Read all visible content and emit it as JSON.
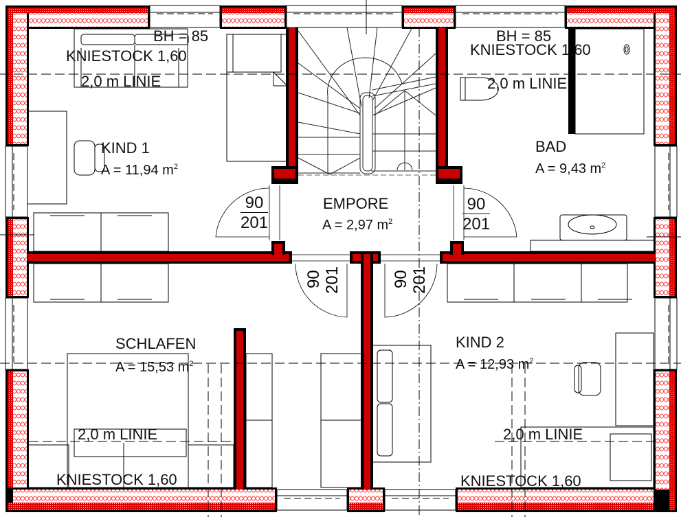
{
  "plan": {
    "type": "floor-plan",
    "colors": {
      "wall_fill": "#cc0000",
      "wall_outline": "#000000",
      "insulation_hatch": "#ff3333",
      "line": "#000000",
      "background": "#ffffff"
    }
  },
  "rooms": {
    "kind1": {
      "name": "KIND 1",
      "area": "A =  11,94 m",
      "unit_sup": "2"
    },
    "bad": {
      "name": "BAD",
      "area": "A =  9,43 m",
      "unit_sup": "2"
    },
    "empore": {
      "name": "EMPORE",
      "area": "A =  2,97 m",
      "unit_sup": "2"
    },
    "schlafen": {
      "name": "SCHLAFEN",
      "area": "A =  15,53 m",
      "unit_sup": "2"
    },
    "kind2": {
      "name": "KIND 2",
      "area": "A =  12,93 m",
      "unit_sup": "2"
    }
  },
  "annotations": {
    "bh_left": "BH = 85",
    "bh_right": "BH = 85",
    "kniestock_tl": "KNIESTOCK 1,60",
    "kniestock_tr": "KNIESTOCK 1,60",
    "kniestock_bl": "KNIESTOCK 1,60",
    "kniestock_br": "KNIESTOCK 1,60",
    "linie_tl": "2,0 m LINIE",
    "linie_tr": "2,0 m LINIE",
    "linie_bl": "2,0 m LINIE",
    "linie_br": "2,0 m LINIE"
  },
  "doors": [
    {
      "id": "door-kind1",
      "width": "90",
      "height": "201"
    },
    {
      "id": "door-bad",
      "width": "90",
      "height": "201"
    },
    {
      "id": "door-schlafen",
      "width": "90",
      "height": "201"
    },
    {
      "id": "door-kind2",
      "width": "90",
      "height": "201"
    }
  ]
}
